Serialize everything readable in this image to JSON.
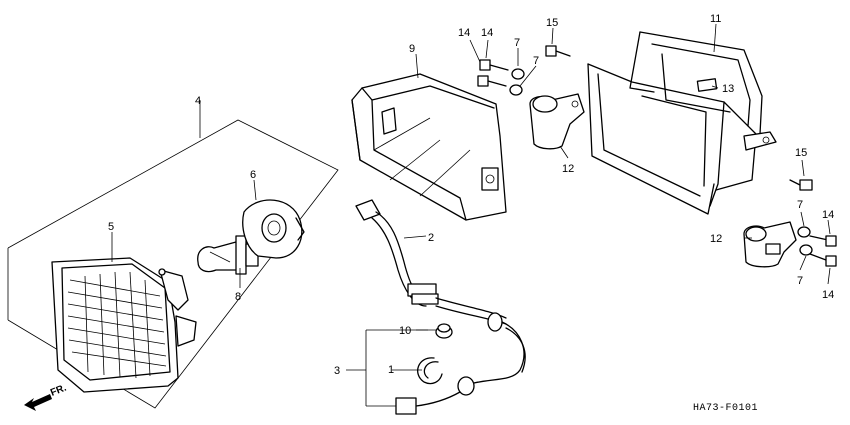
{
  "labels": {
    "headlight_assembly": "4",
    "headlight_unit": "5",
    "socket": "6",
    "bulb": "8",
    "wire_harness": "2",
    "harness_group": "3",
    "clamp": "1",
    "grommet": "10",
    "case": "9",
    "guard": "11",
    "stay_top": "12",
    "stay_bottom": "12",
    "emblem": "13",
    "bolt_top_a": "14",
    "bolt_top_b": "14",
    "collar_top_a": "7",
    "collar_top_b": "7",
    "bolt_top_c": "15",
    "bolt_right": "15",
    "collar_right_a": "7",
    "collar_right_b": "7",
    "bolt_right_a": "14",
    "bolt_right_b": "14"
  },
  "footer": {
    "direction": "FR.",
    "diagram_code": "HA73-F0101"
  }
}
